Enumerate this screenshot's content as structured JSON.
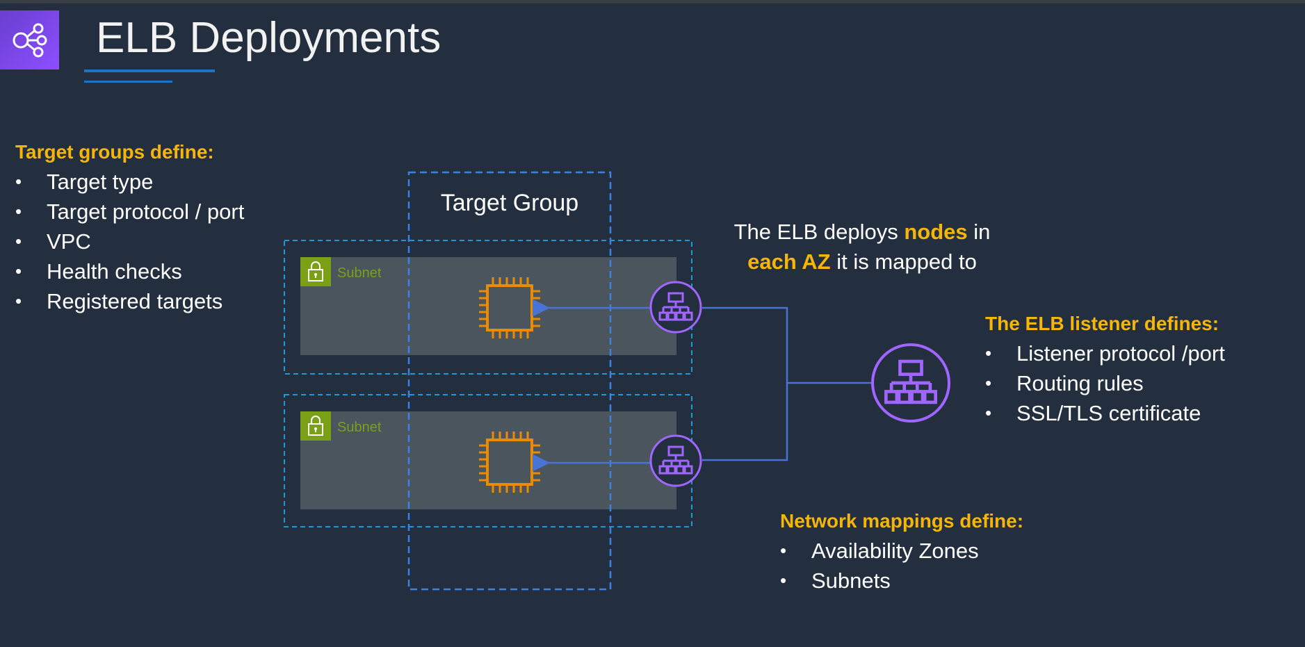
{
  "page": {
    "title": "ELB Deployments",
    "icon": "elb-share-icon"
  },
  "target_groups": {
    "heading": "Target groups define:",
    "items": [
      "Target type",
      "Target protocol / port",
      "VPC",
      "Health checks",
      "Registered targets"
    ]
  },
  "diagram": {
    "target_group_label": "Target Group",
    "subnets": [
      {
        "label": "Subnet",
        "target_icon": "ec2-instance-icon",
        "node_icon": "elb-node-icon"
      },
      {
        "label": "Subnet",
        "target_icon": "ec2-instance-icon",
        "node_icon": "elb-node-icon"
      }
    ],
    "load_balancer_icon": "elb-icon"
  },
  "elb_note": {
    "part1": "The ELB deploys ",
    "highlight1": "nodes",
    "part2": " in",
    "highlight2": "each AZ",
    "part3": " it is mapped to"
  },
  "listener": {
    "heading": "The ELB listener defines:",
    "items": [
      "Listener protocol /port",
      "Routing rules",
      "SSL/TLS certificate"
    ]
  },
  "network_mappings": {
    "heading": "Network mappings define:",
    "items": [
      "Availability Zones",
      "Subnets"
    ]
  },
  "colors": {
    "background": "#232f3e",
    "accent_yellow": "#f5b50a",
    "subnet_green": "#7aa116",
    "ec2_orange": "#ed8b00",
    "elb_purple": "#a166ff",
    "connector_blue": "#4a73d6",
    "az_border": "#1e9bd7",
    "tg_border": "#3b82e6"
  },
  "bullet": "•"
}
